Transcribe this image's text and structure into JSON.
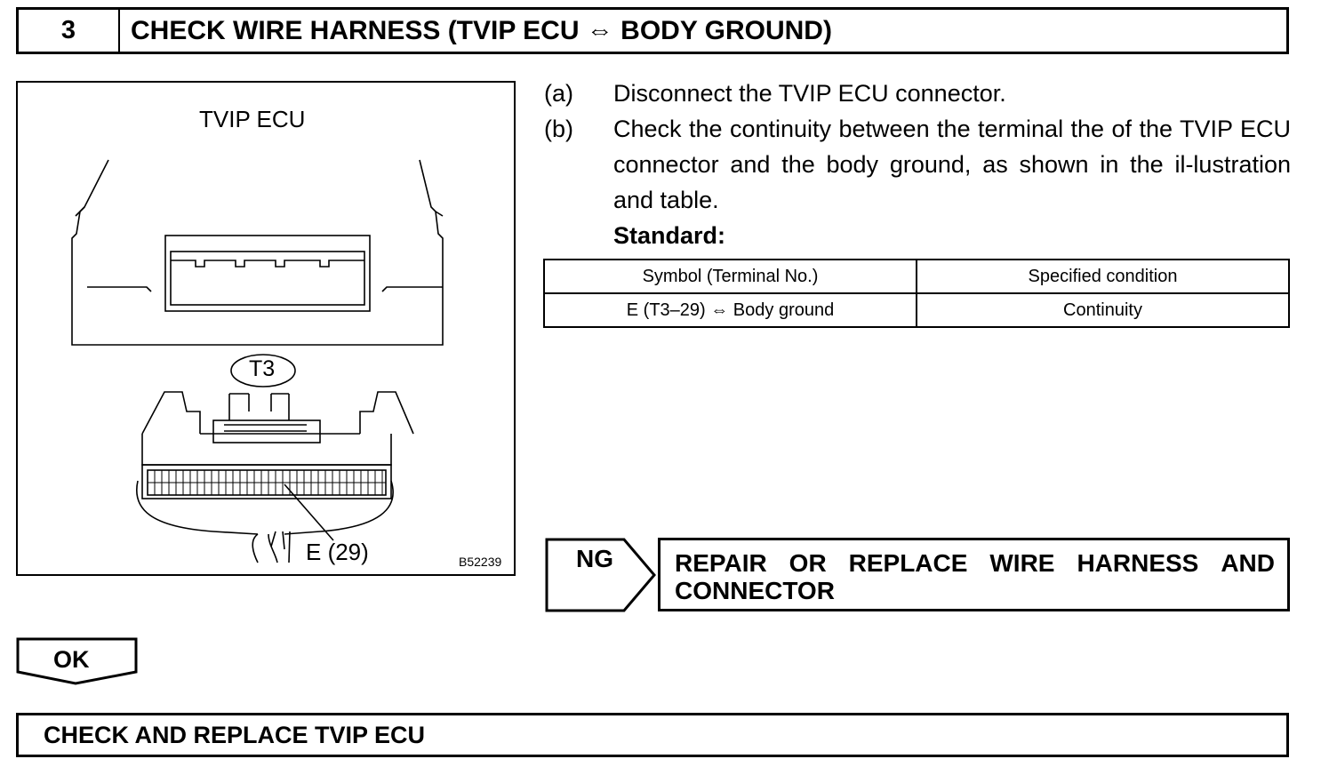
{
  "step": {
    "number": "3",
    "title": "CHECK WIRE HARNESS (TVIP ECU ⇔ BODY GROUND)"
  },
  "figure": {
    "ecu_label": "TVIP ECU",
    "connector_label": "T3",
    "terminal_label": "E (29)",
    "code": "B52239"
  },
  "instructions": [
    {
      "letter": "(a)",
      "text": "Disconnect the TVIP ECU connector."
    },
    {
      "letter": "(b)",
      "text": "Check the continuity between the terminal the of the TVIP ECU connector and the body ground, as shown in the il-lustration and table."
    }
  ],
  "standard_label": "Standard:",
  "table": {
    "headers": [
      "Symbol (Terminal No.)",
      "Specified  condition"
    ],
    "rows": [
      [
        "E (T3–29) ⇔ Body ground",
        "Continuity"
      ]
    ]
  },
  "ng": {
    "label": "NG",
    "line1_words": [
      "REPAIR",
      "OR",
      "REPLACE",
      "WIRE",
      "HARNESS",
      "AND"
    ],
    "line2": "CONNECTOR"
  },
  "ok": {
    "label": "OK"
  },
  "final": {
    "text": "CHECK AND REPLACE TVIP ECU"
  }
}
